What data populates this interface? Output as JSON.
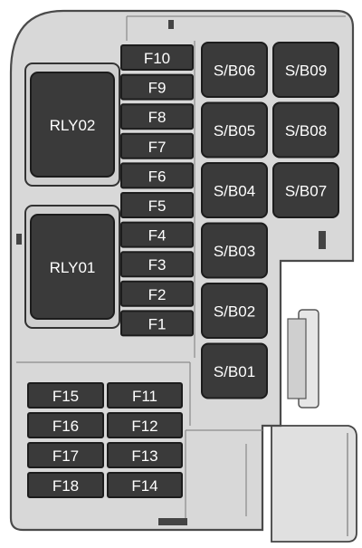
{
  "relays": [
    {
      "label": "RLY02"
    },
    {
      "label": "RLY01"
    }
  ],
  "fuses_center": [
    {
      "label": "F10"
    },
    {
      "label": "F9"
    },
    {
      "label": "F8"
    },
    {
      "label": "F7"
    },
    {
      "label": "F6"
    },
    {
      "label": "F5"
    },
    {
      "label": "F4"
    },
    {
      "label": "F3"
    },
    {
      "label": "F2"
    },
    {
      "label": "F1"
    }
  ],
  "fuses_bottom_left": [
    {
      "label": "F15"
    },
    {
      "label": "F16"
    },
    {
      "label": "F17"
    },
    {
      "label": "F18"
    }
  ],
  "fuses_bottom_right": [
    {
      "label": "F11"
    },
    {
      "label": "F12"
    },
    {
      "label": "F13"
    },
    {
      "label": "F14"
    }
  ],
  "sb_left": [
    {
      "label": "S/B06"
    },
    {
      "label": "S/B05"
    },
    {
      "label": "S/B04"
    },
    {
      "label": "S/B03"
    },
    {
      "label": "S/B02"
    },
    {
      "label": "S/B01"
    }
  ],
  "sb_right": [
    {
      "label": "S/B09"
    },
    {
      "label": "S/B08"
    },
    {
      "label": "S/B07"
    }
  ],
  "colors": {
    "housing": "#d8d8d8",
    "component": "#3a3a3a",
    "component_border": "#1c1c1c",
    "outline": "#4a4a4a"
  }
}
